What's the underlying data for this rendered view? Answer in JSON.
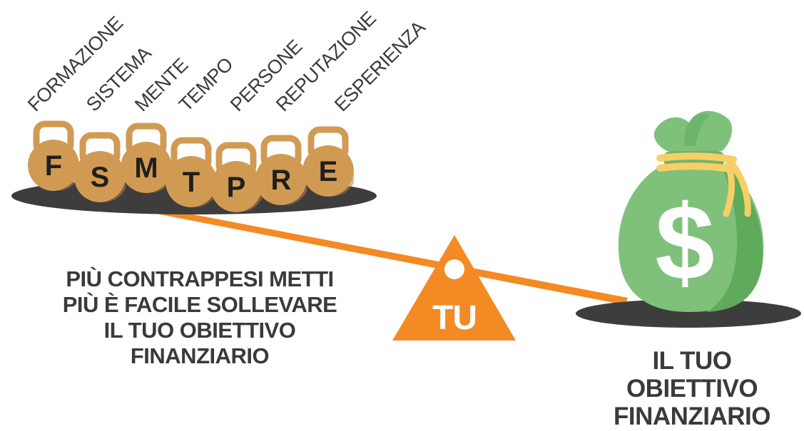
{
  "labels": [
    "FORMAZIONE",
    "SISTEMA",
    "MENTE",
    "TEMPO",
    "PERSONE",
    "REPUTAZIONE",
    "ESPERIENZA"
  ],
  "weights": [
    "F",
    "S",
    "M",
    "T",
    "P",
    "R",
    "E"
  ],
  "fulcrum_label": "TU",
  "bag_symbol": "$",
  "left_caption": [
    "PIÙ CONTRAPPESI METTI",
    "PIÙ È FACILE SOLLEVARE",
    "IL TUO OBIETTIVO",
    "FINANZIARIO"
  ],
  "right_caption": [
    "IL TUO",
    "OBIETTIVO",
    "FINANZIARIO"
  ],
  "colors": {
    "beam": "#f38a24",
    "weight": "#d19a53",
    "weight_shadow": "#b98440",
    "platform": "#3d3d3d",
    "bag": "#7fc17b",
    "bag_dark": "#5faa5b",
    "rope": "#f6cf66",
    "text": "#3a3a3a"
  },
  "icons": [
    "kettlebell-icon",
    "money-bag-icon",
    "fulcrum-triangle-icon"
  ]
}
